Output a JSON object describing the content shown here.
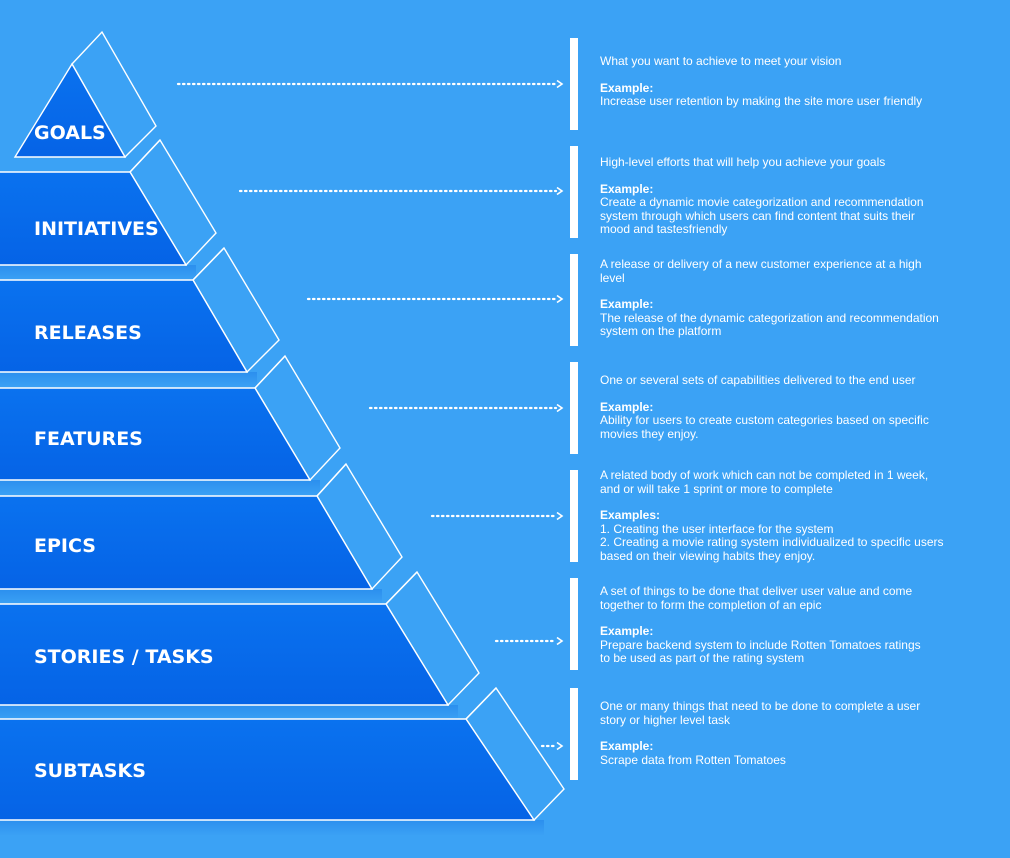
{
  "levels": [
    {
      "name": "GOALS",
      "description": [
        "What you want to achieve to meet your vision"
      ],
      "example_heading": "Example:",
      "example": [
        "Increase user retention by making the site more user friendly"
      ]
    },
    {
      "name": "INITIATIVES",
      "description": [
        "High-level efforts that will help you achieve your goals"
      ],
      "example_heading": "Example:",
      "example": [
        "Create a dynamic movie categorization and recommendation",
        "system through which users can find content that suits their",
        "mood and tastesfriendly"
      ]
    },
    {
      "name": "RELEASES",
      "description": [
        "A release or delivery of a new customer experience at a high",
        "level"
      ],
      "example_heading": "Example:",
      "example": [
        "The release of the dynamic categorization and recommendation",
        "system on the platform"
      ]
    },
    {
      "name": "FEATURES",
      "description": [
        "One or several sets of capabilities delivered to the end user"
      ],
      "example_heading": "Example:",
      "example": [
        "Ability for users to create custom categories based on specific",
        "movies they enjoy."
      ]
    },
    {
      "name": "EPICS",
      "description": [
        "A related body of work which can not be completed in 1 week,",
        "and or will take 1 sprint or more to complete"
      ],
      "example_heading": "Examples:",
      "example": [
        "1. Creating the user interface for the system",
        "2. Creating a movie rating system individualized to specific users",
        "based on their viewing habits they enjoy."
      ]
    },
    {
      "name": "STORIES / TASKS",
      "description": [
        "A set of things to be done that deliver user value and come",
        "together to form the completion of an epic"
      ],
      "example_heading": "Example:",
      "example": [
        "Prepare backend system to include Rotten Tomatoes ratings",
        "to be used as part of the rating system"
      ]
    },
    {
      "name": "SUBTASKS",
      "description": [
        "One or many things that need to be done to complete a user",
        "story or higher level task"
      ],
      "example_heading": "Example:",
      "example": [
        "Scrape data from Rotten Tomatoes"
      ]
    }
  ]
}
